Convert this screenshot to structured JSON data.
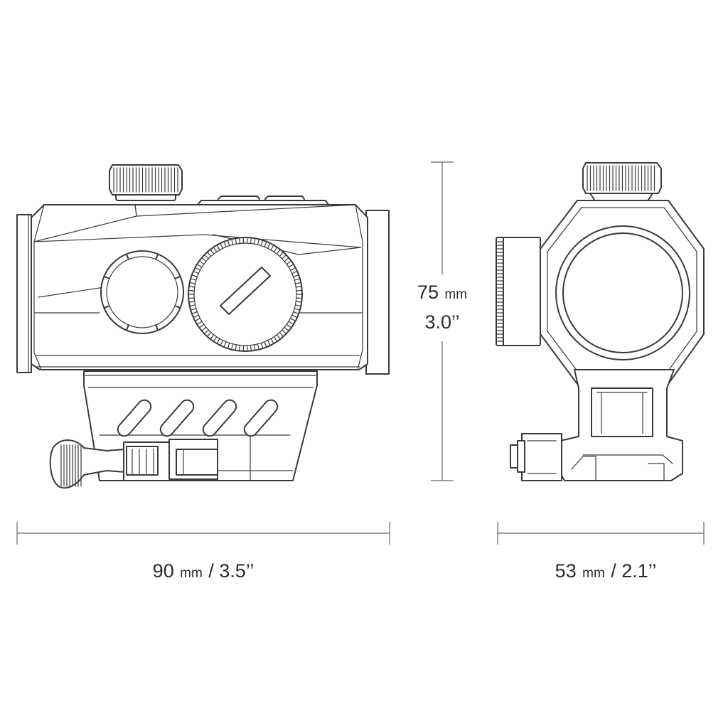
{
  "dimensions": {
    "width_value": "90",
    "width_unit": "mm",
    "width_imperial": "/ 3.5’’",
    "height_value": "75",
    "height_unit": "mm",
    "height_imperial": "3.0’’",
    "depth_value": "53",
    "depth_unit": "mm",
    "depth_imperial": "/ 2.1’’"
  },
  "colors": {
    "line": "#3a3a3a",
    "dimension_line": "#666666",
    "background": "#ffffff"
  }
}
